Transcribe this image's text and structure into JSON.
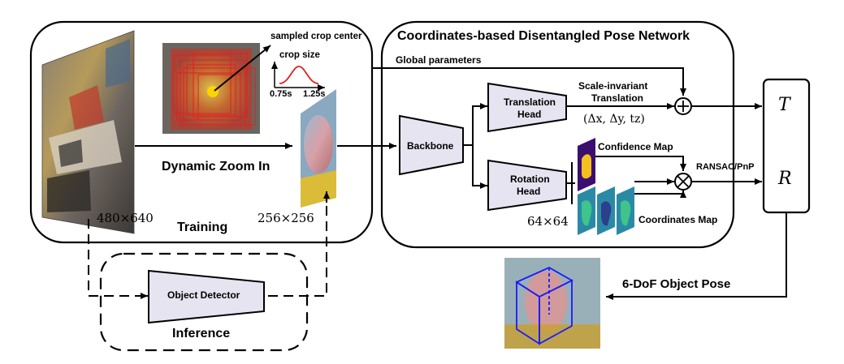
{
  "training": {
    "title": "Training",
    "zoom_label": "Dynamic Zoom In",
    "sampled_crop_center": "sampled crop center",
    "crop_size": "crop size",
    "crop_t_min": "0.75s",
    "crop_t_max": "1.25s",
    "input_res": "480×640",
    "crop_res": "256×256"
  },
  "inference": {
    "title": "Inference",
    "detector": "Object Detector"
  },
  "network": {
    "title": "Coordinates-based Disentangled Pose Network",
    "global_params": "Global parameters",
    "backbone": "Backbone",
    "translation_head_l1": "Translation",
    "translation_head_l2": "Head",
    "rotation_head_l1": "Rotation",
    "rotation_head_l2": "Head",
    "scale_inv_l1": "Scale-invariant",
    "scale_inv_l2": "Translation",
    "translation_vector": "(Δx, Δy, tz)",
    "confidence_map": "Confidence Map",
    "coordinates_map": "Coordinates Map",
    "map_res": "64×64",
    "ransac": "RANSAC/PnP"
  },
  "output": {
    "T": "T",
    "R": "R",
    "pose_label": "6-DoF Object Pose"
  },
  "colors": {
    "head_fill": "#e6e4f0",
    "confidence_bg": "#3b0f6f",
    "confidence_fg": "#f3c020",
    "coord_a": "#2a8aa6",
    "coord_b": "#3ec48c",
    "coord_c": "#2c3f8c",
    "pose_box": "#1a1aff"
  }
}
